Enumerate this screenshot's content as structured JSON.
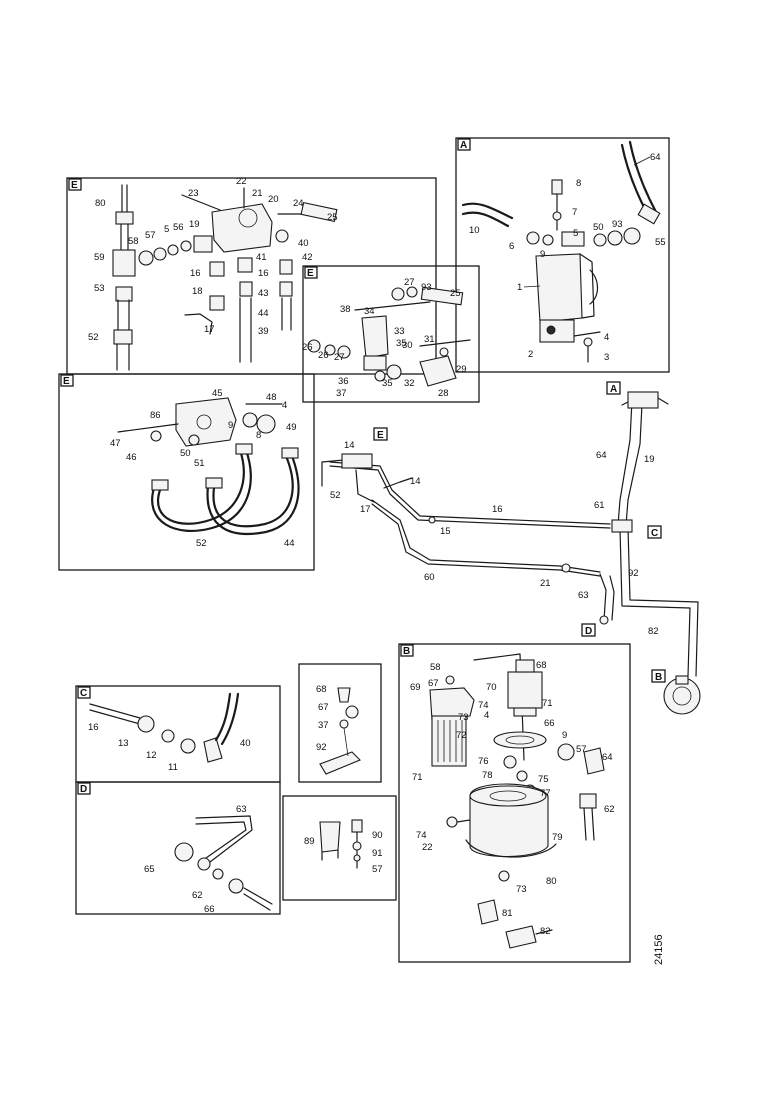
{
  "drawing_number": "24156",
  "panels": {
    "A": "A",
    "B": "B",
    "C": "C",
    "D": "D",
    "E": "E"
  },
  "labels": {
    "A": [
      "64",
      "8",
      "7",
      "10",
      "6",
      "5",
      "50",
      "93",
      "9",
      "55",
      "1",
      "4",
      "2",
      "3"
    ],
    "E_top": [
      "80",
      "22",
      "23",
      "21",
      "20",
      "24",
      "25",
      "58",
      "57",
      "5",
      "56",
      "19",
      "40",
      "59",
      "16",
      "41",
      "42",
      "18",
      "43",
      "53",
      "17",
      "44",
      "39",
      "52"
    ],
    "E_mid": [
      "27",
      "93",
      "25",
      "38",
      "34",
      "33",
      "35",
      "26",
      "27",
      "30",
      "31",
      "29",
      "36",
      "37",
      "35",
      "32",
      "28"
    ],
    "E_bottom": [
      "45",
      "48",
      "4",
      "49",
      "86",
      "8",
      "9",
      "47",
      "50",
      "51",
      "46",
      "52",
      "44"
    ],
    "main": [
      "A",
      "14",
      "E",
      "52",
      "17",
      "14",
      "16",
      "15",
      "64",
      "19",
      "61",
      "C",
      "60",
      "21",
      "92",
      "63",
      "D",
      "82",
      "B"
    ],
    "C": [
      "16",
      "13",
      "12",
      "11",
      "40"
    ],
    "D": [
      "63",
      "65",
      "62",
      "66"
    ],
    "small_upper": [
      "68",
      "67",
      "37",
      "92"
    ],
    "small_lower": [
      "89",
      "90",
      "91",
      "57"
    ],
    "B": [
      "58",
      "68",
      "69",
      "67",
      "70",
      "71",
      "73",
      "74",
      "4",
      "72",
      "66",
      "9",
      "57",
      "71",
      "76",
      "75",
      "64",
      "77",
      "78",
      "79",
      "74",
      "22",
      "62",
      "80",
      "73",
      "81",
      "82"
    ]
  }
}
